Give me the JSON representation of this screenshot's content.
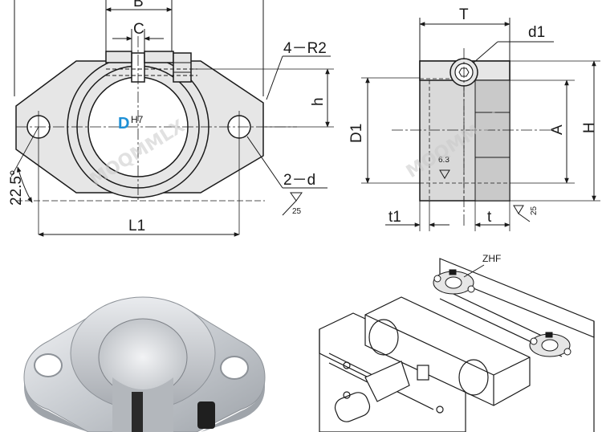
{
  "front_view": {
    "labels": {
      "B": "B",
      "C": "C",
      "radius": "4－R2",
      "h": "h",
      "bore": "D",
      "bore_tol": "H7",
      "holes": "2－d",
      "angle": "22.5°",
      "L1": "L1",
      "surface": "25"
    }
  },
  "side_view": {
    "labels": {
      "T": "T",
      "d1": "d1",
      "D1": "D1",
      "A": "A",
      "H": "H",
      "t1": "t1",
      "t": "t",
      "surface_inner": "6.3",
      "surface_base": "25"
    }
  },
  "assembly": {
    "labels": {
      "part": "ZHF"
    }
  },
  "watermark": "MOQMMLX",
  "colors": {
    "line": "#1a1a1a",
    "bore_label": "#1e90d6",
    "part_fill": "#e6e6e6",
    "side_fill": "#d9d9d9",
    "photo_metal": "#c9ccd0"
  }
}
